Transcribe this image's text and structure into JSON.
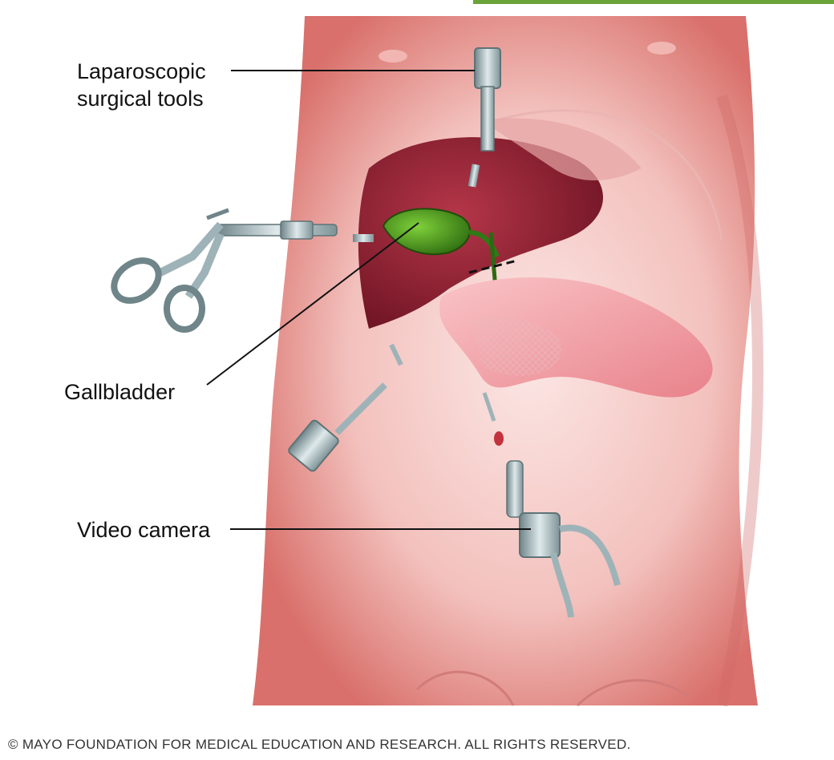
{
  "labels": {
    "tools": [
      "Laparoscopic",
      "surgical tools"
    ],
    "gallbladder": "Gallbladder",
    "camera": "Video camera"
  },
  "copyright": "© MAYO FOUNDATION FOR MEDICAL EDUCATION AND RESEARCH. ALL RIGHTS RESERVED.",
  "colors": {
    "skin": "#f3c1bd",
    "skin_shadow": "#d9706b",
    "liver": "#8c1f30",
    "gallbladder": "#3f8f1a",
    "stomach": "#f4a7ad",
    "instrument": "#9eb3b8",
    "leader_line": "#111111",
    "green_bar": "#6aa33a"
  }
}
